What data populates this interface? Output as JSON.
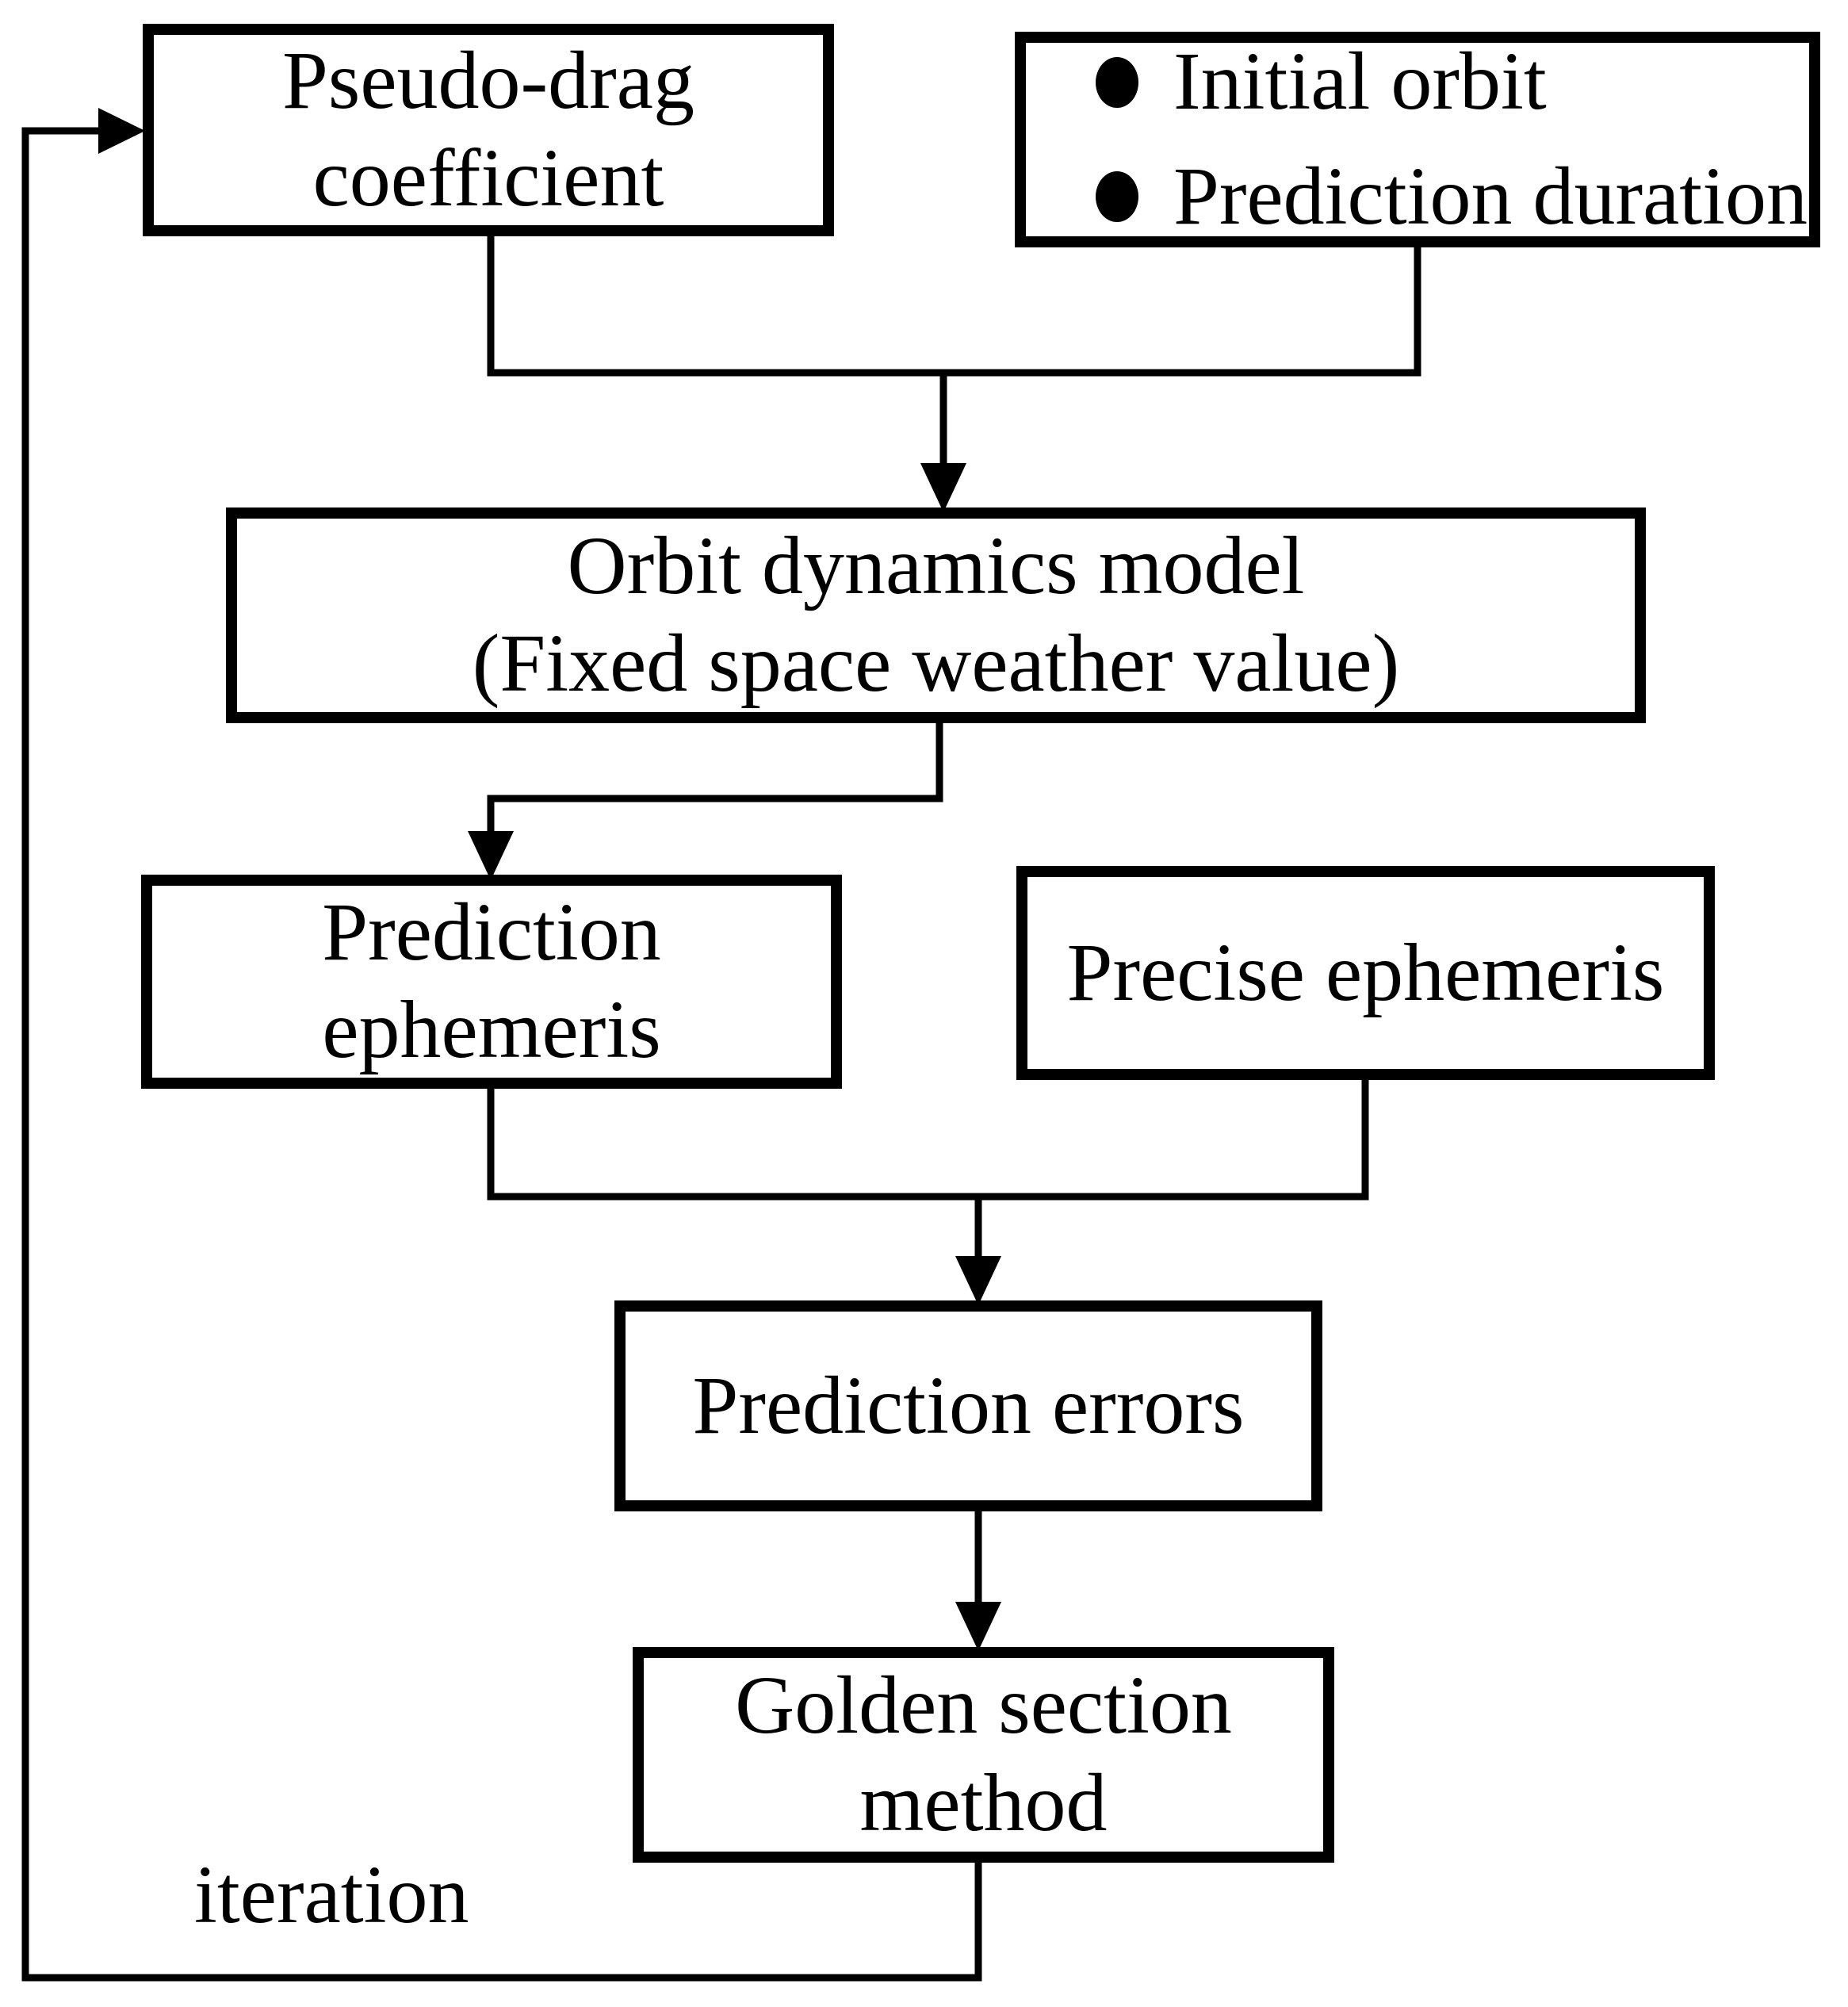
{
  "diagram": {
    "colors": {
      "line": "#000000",
      "text": "#000000",
      "background": "#ffffff",
      "node_fill": "#ffffff"
    },
    "icons": {
      "bullet": "filled-circle"
    },
    "nodes": {
      "pseudo_drag": {
        "lines": [
          "Pseudo-drag",
          "coefficient"
        ]
      },
      "inputs": {
        "items": [
          "Initial orbit",
          "Prediction duration"
        ]
      },
      "orbit_model": {
        "lines": [
          "Orbit dynamics model",
          "(Fixed space weather value)"
        ]
      },
      "prediction_ephemeris": {
        "lines": [
          "Prediction",
          "ephemeris"
        ]
      },
      "precise_ephemeris": {
        "lines": [
          "Precise ephemeris"
        ]
      },
      "prediction_errors": {
        "lines": [
          "Prediction errors"
        ]
      },
      "golden_section": {
        "lines": [
          "Golden section",
          "method"
        ]
      }
    },
    "labels": {
      "iteration": "iteration"
    }
  }
}
